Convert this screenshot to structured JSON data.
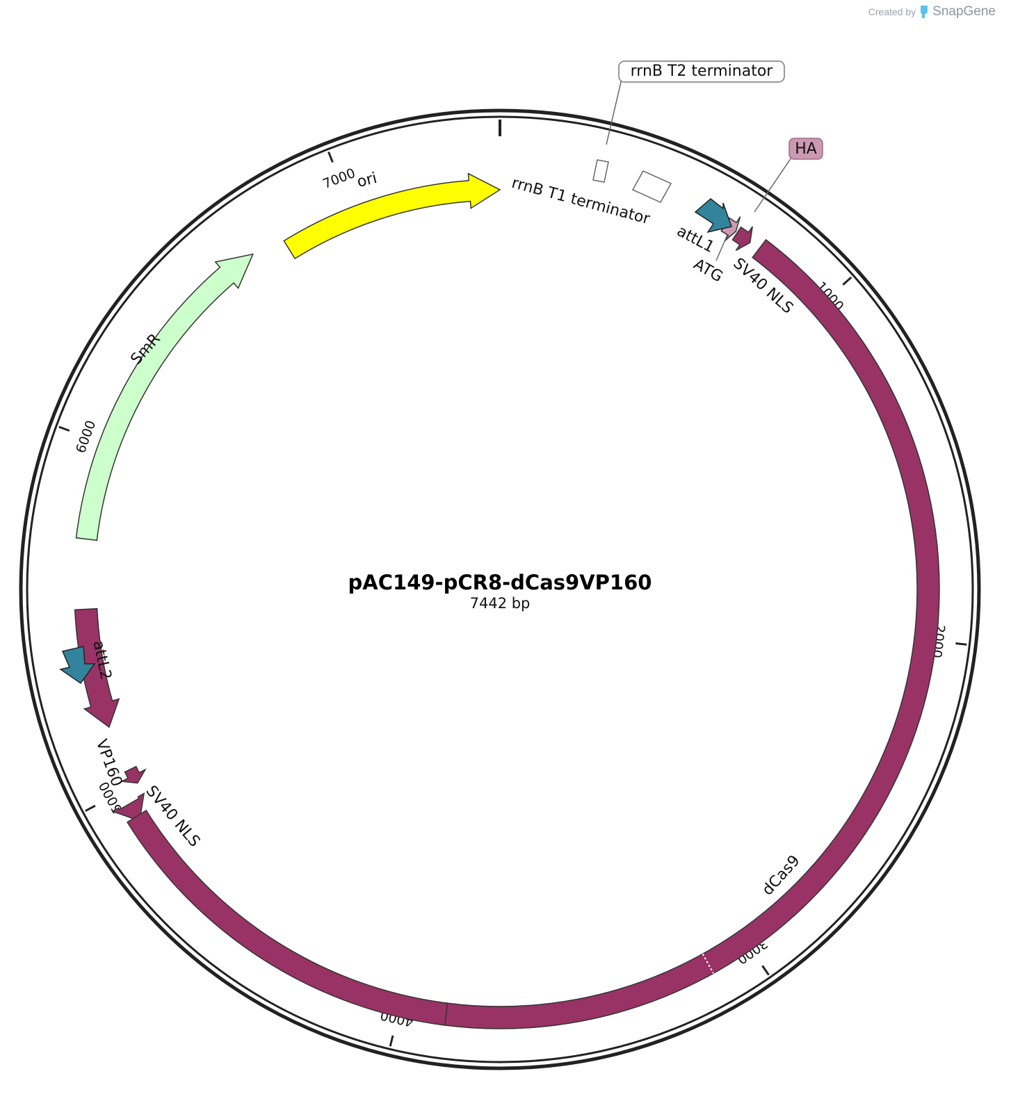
{
  "branding": {
    "created_by": "Created by",
    "app_name": "SnapGene"
  },
  "plasmid": {
    "name": "pAC149-pCR8-dCas9VP160",
    "length_label": "7442 bp"
  },
  "ticks": [
    "1000",
    "2000",
    "3000",
    "4000",
    "5000",
    "6000",
    "7000"
  ],
  "features": {
    "ori": "ori",
    "smr": "SmR",
    "dcas9": "dCas9",
    "vp160": "VP160",
    "attl1": "attL1",
    "attl2": "attL2",
    "atg": "ATG",
    "sv40_nls_1": "SV40 NLS",
    "sv40_nls_2": "SV40 NLS",
    "ha": "HA",
    "rrnb_t1": "rrnB T1 terminator",
    "rrnb_t2": "rrnB T2 terminator"
  },
  "colors": {
    "dcas9": "#993366",
    "ori": "#ffff00",
    "smr": "#ccffcc",
    "att": "#31849b",
    "ha": "#cc99b2",
    "backbone": "#222222"
  }
}
